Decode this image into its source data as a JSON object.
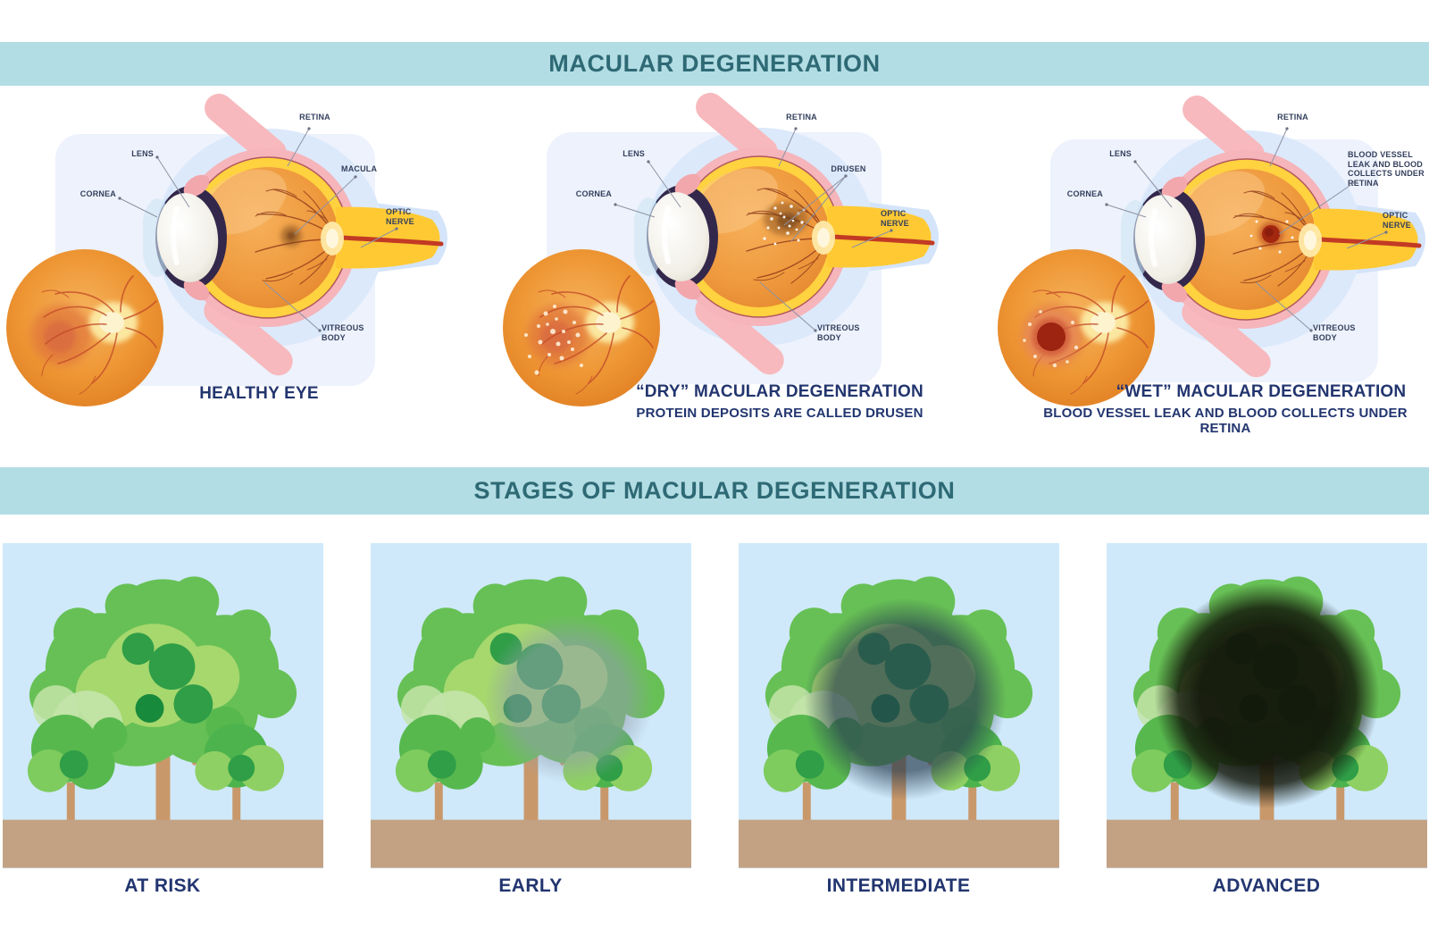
{
  "banners": {
    "primary": "MACULAR DEGENERATION",
    "stages": "STAGES OF MACULAR DEGENERATION"
  },
  "eye_panels": [
    {
      "title": "HEALTHY EYE",
      "subtitle": "",
      "labels": {
        "lens": "LENS",
        "cornea": "CORNEA",
        "retina": "RETINA",
        "macula": "MACULA",
        "optic_nerve": "OPTIC NERVE",
        "vitreous_body": "VITREOUS BODY"
      }
    },
    {
      "title": "“DRY” MACULAR DEGENERATION",
      "subtitle": "PROTEIN DEPOSITS ARE CALLED DRUSEN",
      "labels": {
        "lens": "LENS",
        "cornea": "CORNEA",
        "retina": "RETINA",
        "drusen": "DRUSEN",
        "optic_nerve": "OPTIC NERVE",
        "vitreous_body": "VITREOUS BODY"
      }
    },
    {
      "title": "“WET” MACULAR DEGENERATION",
      "subtitle": "BLOOD VESSEL LEAK AND BLOOD COLLECTS UNDER RETINA",
      "labels": {
        "lens": "LENS",
        "cornea": "CORNEA",
        "retina": "RETINA",
        "leak": "BLOOD VESSEL LEAK AND BLOOD COLLECTS UNDER RETINA",
        "optic_nerve": "OPTIC NERVE",
        "vitreous_body": "VITREOUS BODY"
      }
    }
  ],
  "stages": [
    {
      "label": "AT RISK"
    },
    {
      "label": "EARLY"
    },
    {
      "label": "INTERMEDIATE"
    },
    {
      "label": "ADVANCED"
    }
  ],
  "colors": {
    "banner_bg": "#b3dde4",
    "banner_text": "#2e6a75",
    "caption_text": "#22356f",
    "label_text": "#333f5c",
    "leader_line": "#8d93a3",
    "sky": "#cfe9fb",
    "ground": "#c3a284",
    "sclera_pink": "#f5b5bb",
    "retina_yellow": "#ffd23f",
    "vitreous_orange": "#ef9a3e",
    "optic_nerve_yellow": "#ffc933",
    "wet_blood_red": "#9c2410"
  }
}
